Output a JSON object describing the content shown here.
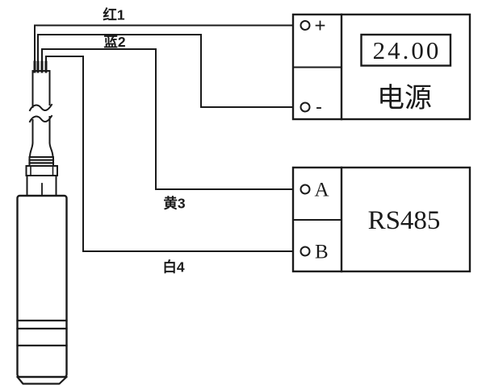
{
  "diagram": {
    "background_color": "#ffffff",
    "line_color": "#1a1a1a",
    "wire_labels": [
      {
        "label": "红1",
        "connects_to": "+"
      },
      {
        "label": "蓝2",
        "connects_to": "-"
      },
      {
        "label": "黄3",
        "connects_to": "A"
      },
      {
        "label": "白4",
        "connects_to": "B"
      }
    ],
    "power_supply": {
      "display_value": "24.00",
      "label": "电源",
      "terminals": [
        {
          "label": "+"
        },
        {
          "label": "-"
        }
      ]
    },
    "rs485_module": {
      "label": "RS485",
      "terminals": [
        {
          "label": "A"
        },
        {
          "label": "B"
        }
      ]
    }
  }
}
